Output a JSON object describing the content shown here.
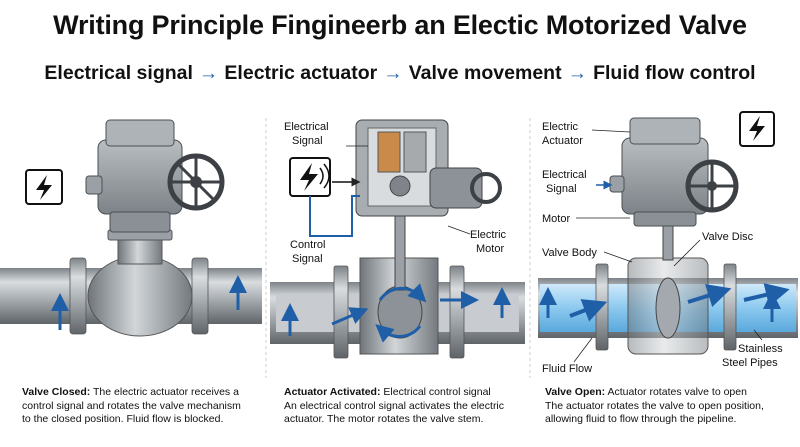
{
  "title": "Writing Principle Fingineerb an Electic Motorized Valve",
  "flow": {
    "steps": [
      "Electrical signal",
      "Electric actuator",
      "Valve movement",
      "Fluid flow control"
    ],
    "arrow": "→"
  },
  "panel_middle": {
    "labels": {
      "electrical_signal_1": "Electrical",
      "electrical_signal_2": "Signal",
      "control_signal_1": "Control",
      "control_signal_2": "Signal",
      "electric_motor_1": "Electric",
      "electric_motor_2": "Motor"
    }
  },
  "panel_right": {
    "labels": {
      "electric_actuator_1": "Electric",
      "electric_actuator_2": "Actuator",
      "electrical_signal_1": "Electrical",
      "electrical_signal_2": "Signal",
      "motor": "Motor",
      "valve_body": "Valve Body",
      "valve_disc": "Valve Disc",
      "fluid_flow": "Fluid Flow",
      "stainless_1": "Stainless",
      "stainless_2": "Steel Pipes"
    }
  },
  "captions": {
    "left": {
      "heading": "Valve Closed:",
      "line1": "The electric actuator receives a",
      "line2": "control signal and rotates the valve mechanism",
      "line3": "to the closed position. Fluid flow is blocked."
    },
    "middle": {
      "heading": "Actuator Activated:",
      "line1": "Electrical control signal",
      "line2": "An electrical control signal activates the electric",
      "line3": "actuator. The motor rotates the valve stem."
    },
    "right": {
      "heading": "Valve Open:",
      "line1": "Actuator rotates valve to open",
      "line2": "The actuator rotates the valve to open position,",
      "line3": "allowing fluid to flow through the pipeline."
    }
  },
  "icons": {
    "signal": "lightning-bolt-icon",
    "flow": "arrow-icon"
  },
  "colors": {
    "accent_blue": "#1f5fa8",
    "water_blue": "#9fd2f2",
    "steel": "#9aa0a6"
  }
}
